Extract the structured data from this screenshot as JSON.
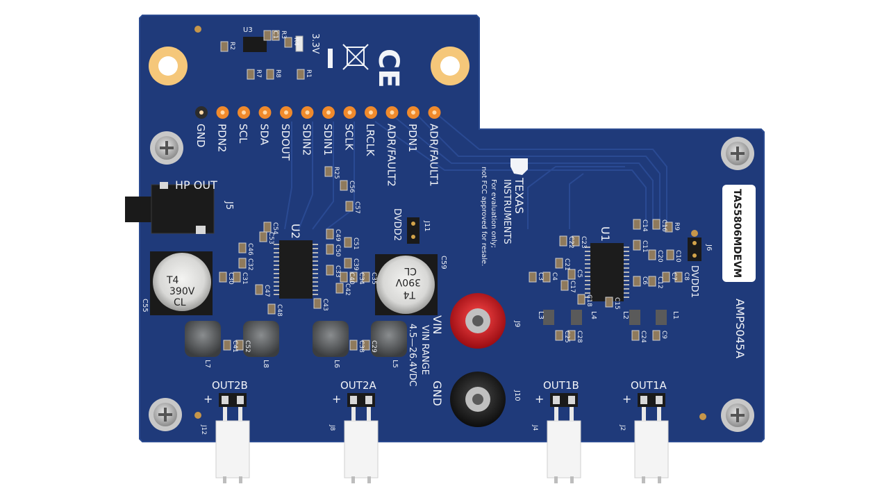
{
  "board": {
    "model": "TAS5806MDEVM",
    "pcb_id": "AMPS045A",
    "brand_line1": "TEXAS",
    "brand_line2": "INSTRUMENTS",
    "notice_line1": "For evaluation only;",
    "notice_line2": "not FCC approved for resale.",
    "ce_mark": "CE",
    "supply_label": "3.3V"
  },
  "header_pins": [
    {
      "label": "GND",
      "color": "#2c2c2c"
    },
    {
      "label": "PDN2",
      "color": "#f08a2c"
    },
    {
      "label": "SCL",
      "color": "#f08a2c"
    },
    {
      "label": "SDA",
      "color": "#f08a2c"
    },
    {
      "label": "SDOUT",
      "color": "#f08a2c"
    },
    {
      "label": "SDIN2",
      "color": "#f08a2c"
    },
    {
      "label": "SDIN1",
      "color": "#f08a2c"
    },
    {
      "label": "SCLK",
      "color": "#f08a2c"
    },
    {
      "label": "LRCLK",
      "color": "#f08a2c"
    },
    {
      "label": "ADR/FAULT2",
      "color": "#f08a2c"
    },
    {
      "label": "PDN1",
      "color": "#f08a2c"
    },
    {
      "label": "ADR/FAULT1",
      "color": "#f08a2c"
    }
  ],
  "jumpers": {
    "j11_ref": "J11",
    "j11_label": "DVDD2",
    "j6_ref": "J6",
    "j6_label": "DVDD1"
  },
  "headphone": {
    "label": "HP OUT",
    "ref": "J5"
  },
  "chips": {
    "u1": "U1",
    "u2": "U2",
    "u3": "U3"
  },
  "capacitors": {
    "c55_ref": "C55",
    "c55_mark_line1": "T4",
    "c55_mark_line2": "390V",
    "c55_mark_line3": "CL",
    "c59_ref": "C59",
    "c59_mark_line1": "CL",
    "c59_mark_line2": "390V",
    "c59_mark_line3": "T4"
  },
  "power": {
    "vin_label": "VIN",
    "vin_ref": "J9",
    "range_line1": "VIN RANGE",
    "range_line2": "4.5—26.4VDC",
    "gnd_label": "GND",
    "gnd_ref": "J10"
  },
  "outputs": [
    {
      "label": "OUT2B",
      "ref": "J12"
    },
    {
      "label": "OUT2A",
      "ref": "J8"
    },
    {
      "label": "OUT1B",
      "ref": "J4"
    },
    {
      "label": "OUT1A",
      "ref": "J2"
    }
  ],
  "inductors": [
    "L7",
    "L8",
    "L6",
    "L5",
    "L3",
    "L4",
    "L2",
    "L1"
  ],
  "component_refs": [
    "R2",
    "R3",
    "C1",
    "R4",
    "R7",
    "R8",
    "R1",
    "R25",
    "C56",
    "C57",
    "C54",
    "C53",
    "C46",
    "C32",
    "C30",
    "C31",
    "C47",
    "C48",
    "C43",
    "C49",
    "C50",
    "C51",
    "C39",
    "C33",
    "C40",
    "C42",
    "C34",
    "C35",
    "C41",
    "C52",
    "C38",
    "C29",
    "C22",
    "C23",
    "C21",
    "C5",
    "C17",
    "C3",
    "C4",
    "C18",
    "C15",
    "C14",
    "C11",
    "C16",
    "R9",
    "C10",
    "C20",
    "C6",
    "C12",
    "C7",
    "C8",
    "C25",
    "C28",
    "C24",
    "C9"
  ],
  "colors": {
    "pcb": "#1f3a7a",
    "pcb_edge": "#23407f",
    "header_pin": "#f08a2c",
    "vin_post": "#d21f26",
    "gnd_post": "#1a1a1a",
    "mount_hole": "#f5c77a"
  }
}
